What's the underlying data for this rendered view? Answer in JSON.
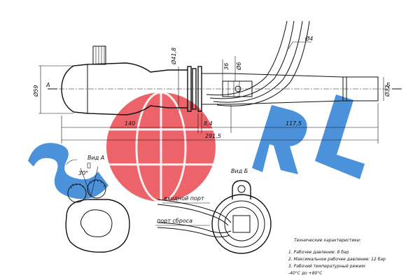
{
  "dimensions": {
    "d59": "Ø59",
    "d41_8": "Ø41,8",
    "d36": "36",
    "d6": "Ø6",
    "d4": "Ø4",
    "d32": "Ø32",
    "len140": "140",
    "len8_4": "8,4",
    "len117_5": "117,5",
    "len291_5": "291,5",
    "angle30": "30°"
  },
  "labels": {
    "view_a_marker": "A",
    "view_b_marker": "Б",
    "view_a": "Вид А",
    "view_b": "Вид Б",
    "inlet_port": "входной порт",
    "relief_port": "порт сброса"
  },
  "specs": {
    "title": "Технические характеристики:",
    "items": [
      "1. Рабочее давление: 8 бар",
      "2. Максимальное рабочее давление: 12 бар",
      "3. Рабочий температурный режим:",
      "-40°С до +80°С"
    ]
  },
  "colors": {
    "watermark_blue": "#2d7fd3",
    "watermark_red": "#e9484f"
  }
}
